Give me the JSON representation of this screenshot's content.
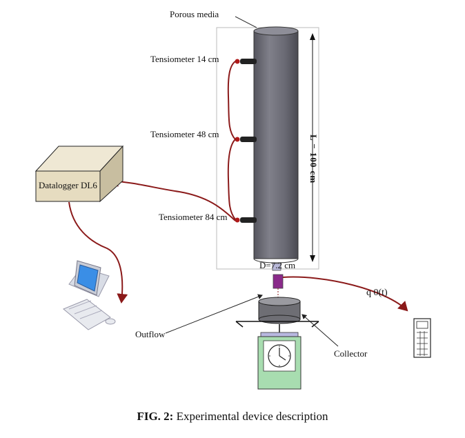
{
  "labels": {
    "porous_media": "Porous media",
    "tensiometer_14": "Tensiometer 14 cm",
    "tensiometer_48": "Tensiometer 48 cm",
    "tensiometer_84": "Tensiometer 84 cm",
    "datalogger": "Datalogger DL6",
    "length": "L = 100 cm",
    "diameter": "D=7.2 cm",
    "flux": "q 0(t)",
    "outflow": "Outflow",
    "collector": "Collector"
  },
  "caption": {
    "fig_label": "FIG. 2:",
    "text": "Experimental device description"
  },
  "colors": {
    "column": "#5f5f6a",
    "wire": "#8b1a1a",
    "datalogger": "#e6dcc0",
    "outflow_tube": "#8a2a8a",
    "balance": "#a8ddb0"
  }
}
